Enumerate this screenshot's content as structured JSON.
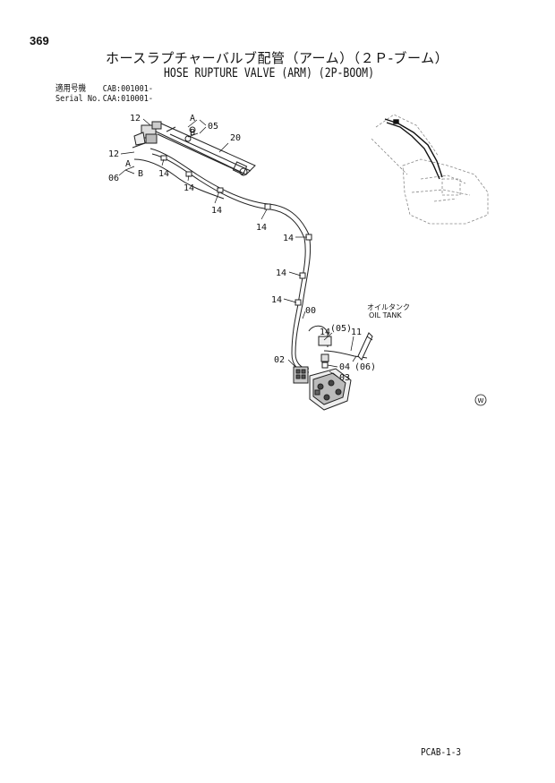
{
  "header": {
    "page_number": "369",
    "title_jp": "ホースラプチャーバルブ配管（アーム）（２Ｐ-ブーム）",
    "title_en": "HOSE RUPTURE VALVE (ARM) (2P-BOOM)"
  },
  "serial": {
    "row1_label": "適用号機",
    "row1_value": "CAB:001001-",
    "row2_label": "Serial No.",
    "row2_value": "CAA:010001-"
  },
  "diagram": {
    "callouts": {
      "c12a": "12",
      "c12b": "12",
      "cA1": "A",
      "cB1": "B",
      "c05": "05",
      "c20": "20",
      "cA2": "A",
      "cB2": "B",
      "c06": "06",
      "c14a": "14",
      "c14b": "14",
      "c14c": "14",
      "c14d": "14",
      "c14e": "14",
      "c14f": "14",
      "c14g": "14",
      "c14h": "14",
      "c00": "00",
      "c05p": "(05)",
      "c11": "11",
      "c02": "02",
      "c04": "04",
      "c03": "03",
      "c06p": "(06)",
      "oil_tank_jp": "オイルタンク",
      "oil_tank_en": "OIL TANK",
      "w_mark": "W"
    }
  },
  "footer": {
    "code": "PCAB-1-3"
  }
}
